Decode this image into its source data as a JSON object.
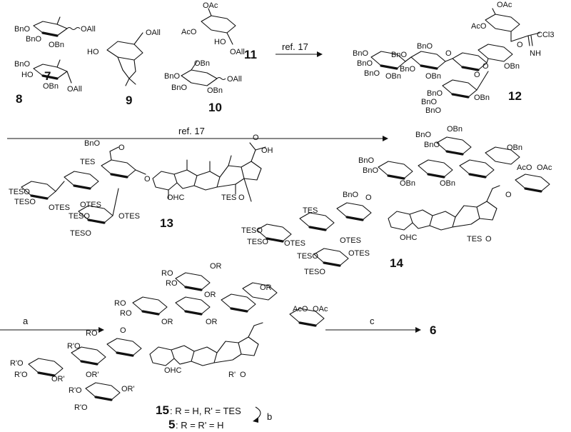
{
  "compounds": {
    "c7": {
      "number": "7",
      "labels": [
        "BnO",
        "BnO",
        "OBn",
        "OAll"
      ]
    },
    "c8": {
      "number": "8",
      "labels": [
        "BnO",
        "HO",
        "OBn",
        "OAll"
      ]
    },
    "c9": {
      "number": "9",
      "labels": [
        "HO",
        "OAll"
      ]
    },
    "c10": {
      "number": "10",
      "labels": [
        "OBn",
        "BnO",
        "BnO",
        "OBn",
        "OAll"
      ]
    },
    "c11": {
      "number": "11",
      "labels": [
        "OAc",
        "AcO",
        "HO",
        "OAll"
      ]
    },
    "c12": {
      "number": "12",
      "labels": [
        "OAc",
        "AcO",
        "O",
        "CCl3",
        "NH",
        "BnO",
        "BnO",
        "BnO",
        "OBn",
        "BnO",
        "BnO",
        "BnO",
        "OBn",
        "O",
        "O",
        "OBn",
        "O",
        "BnO",
        "BnO",
        "BnO",
        "OBn"
      ]
    },
    "c13": {
      "number": "13",
      "labels": [
        "BnO",
        "O",
        "OH",
        "O",
        "TES",
        "O",
        "TESO",
        "TESO",
        "OTES",
        "OTES",
        "TESO",
        "OTES",
        "TESO",
        "OHC",
        "TES",
        "O"
      ]
    },
    "c14": {
      "number": "14",
      "labels": [
        "OBn",
        "BnO",
        "BnO",
        "BnO",
        "BnO",
        "OBn",
        "OBn",
        "OBn",
        "AcO",
        "OAc",
        "BnO",
        "O",
        "TES",
        "TESO",
        "TESO",
        "OTES",
        "OTES",
        "TESO",
        "OTES",
        "TESO",
        "OHC",
        "TES",
        "O",
        "O"
      ]
    },
    "c15": {
      "number": "15",
      "desc": ": R = H, R' = TES",
      "labels": [
        "OR",
        "RO",
        "RO",
        "RO",
        "RO",
        "OR",
        "OR",
        "OR",
        "OR",
        "AcO",
        "OAc",
        "RO",
        "O",
        "R'O",
        "R'O",
        "R'O",
        "OR'",
        "OR'",
        "R'O",
        "OR'",
        "R'O",
        "OHC",
        "R'",
        "O"
      ]
    },
    "c5": {
      "number": "5",
      "desc": ": R = R' = H"
    },
    "c6": {
      "number": "6"
    }
  },
  "reagents": {
    "step1": "ref. 17",
    "step2": "ref. 17",
    "a": "a",
    "b": "b",
    "c": "c"
  }
}
